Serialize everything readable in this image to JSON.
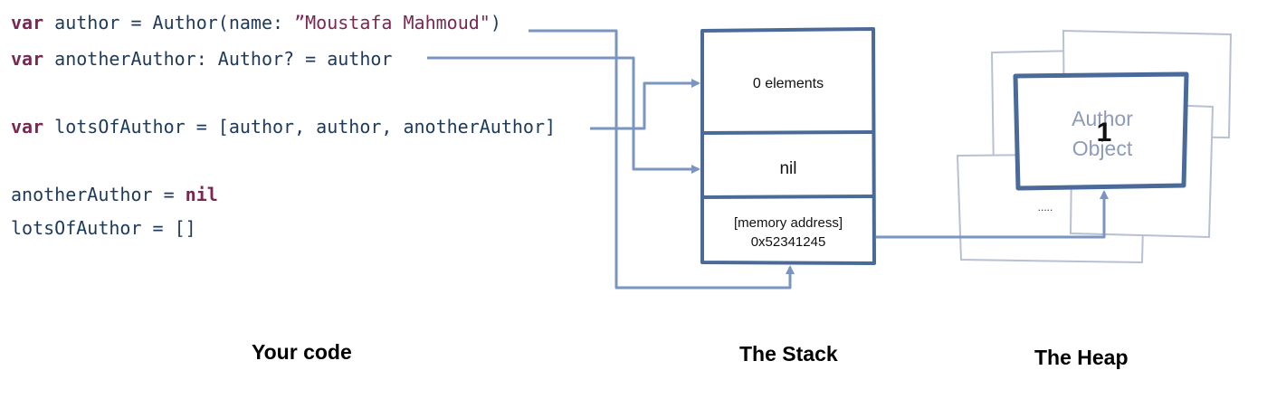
{
  "code": {
    "line1": {
      "keyword": "var",
      "before_string": " author = Author(name: ",
      "string": "”Moustafa Mahmoud\"",
      "after_string": ")"
    },
    "line2": {
      "keyword": "var",
      "rest": " anotherAuthor: Author? = author"
    },
    "line3": {
      "keyword": "var",
      "rest": " lotsOfAuthor = [author, author, anotherAuthor]"
    },
    "line4": {
      "before_keyword": "anotherAuthor = ",
      "keyword": "nil"
    },
    "line5": {
      "text": "lotsOfAuthor = []"
    }
  },
  "stack": {
    "cell1": "0 elements",
    "cell2": "nil",
    "cell3_line1": "[memory address]",
    "cell3_line2": "0x52341245"
  },
  "heap": {
    "object_line1": "Author",
    "object_line2": "Object",
    "ref_count": "1",
    "ellipsis": "....."
  },
  "labels": {
    "code": "Your code",
    "stack": "The Stack",
    "heap": "The Heap"
  },
  "colors": {
    "keyword": "#7a2752",
    "identifier": "#1d3a5c",
    "stack_border": "#4a6a9a",
    "arrow": "#7a96c0",
    "heap_sheet": "#b8c0d4",
    "heap_object_text": "#8e9bb8"
  }
}
